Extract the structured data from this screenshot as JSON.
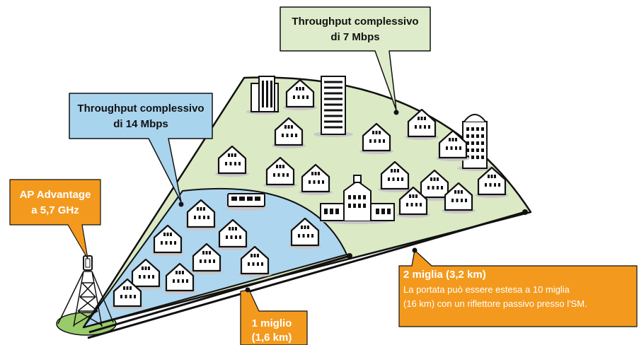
{
  "callouts": {
    "ap": {
      "line1": "AP Advantage",
      "line2": "a 5,7 GHz"
    },
    "inner": {
      "line1": "Throughput complessivo",
      "line2": "di 14 Mbps"
    },
    "outer": {
      "line1": "Throughput complessivo",
      "line2": "di 7 Mbps"
    }
  },
  "range_labels": {
    "one_mile": {
      "line1": "1 miglio",
      "line2": "(1,6 km)"
    },
    "two_miles": {
      "title": "2 miglia (3,2 km)",
      "note_line1": "La portata può essere estesa a 10 miglia",
      "note_line2": "(16 km) con un riflettore passivo presso l'SM."
    }
  },
  "colors": {
    "orange": "#f39a1e",
    "inner_zone": "#aed6ee",
    "inner_callout": "#a9d4ee",
    "outer_zone": "#dbe9c4",
    "outer_callout": "#dfeccb",
    "base_green": "#9acb6a"
  }
}
